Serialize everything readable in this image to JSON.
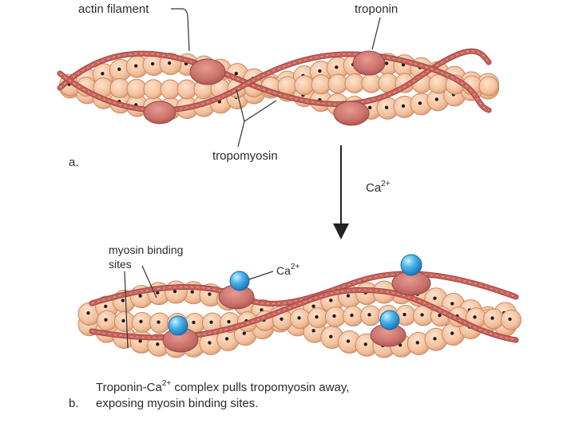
{
  "panel_a": {
    "letter": "a.",
    "labels": {
      "actin_filament": "actin filament",
      "troponin": "troponin",
      "tropomyosin": "tropomyosin"
    }
  },
  "transition": {
    "label_base": "Ca",
    "label_sup": "2+"
  },
  "panel_b": {
    "letter": "b.",
    "labels": {
      "myosin_sites_line1": "myosin binding",
      "myosin_sites_line2": "sites",
      "ca_base": "Ca",
      "ca_sup": "2+"
    },
    "caption": {
      "line1_pre": "Troponin-Ca",
      "line1_sup": "2+",
      "line1_post": " complex pulls tropomyosin away,",
      "line2": "exposing myosin binding sites."
    }
  },
  "colors": {
    "actin_fill": "#f3c4a2",
    "actin_stroke": "#c98a66",
    "tropomyosin": "#c8625a",
    "troponin": "#c86d68",
    "calcium": "#3aa7dd",
    "binding_site": "#2a1a14"
  }
}
